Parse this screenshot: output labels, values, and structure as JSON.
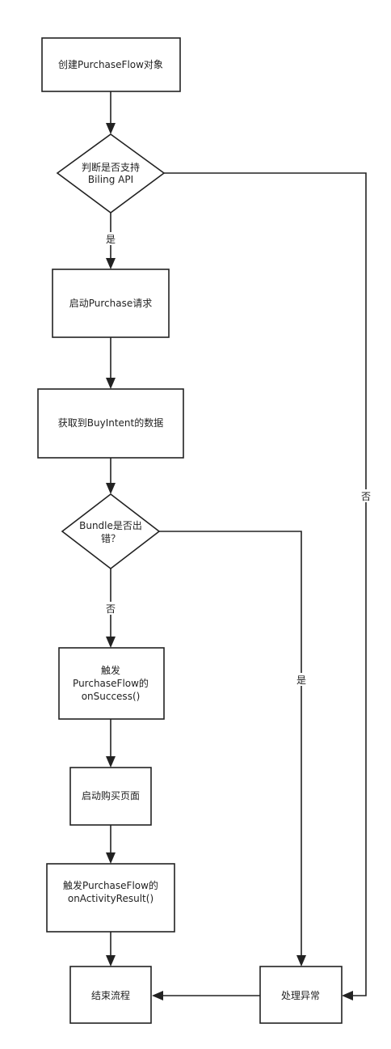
{
  "nodes": {
    "create": "创建PurchaseFlow对象",
    "check_line1": "判断是否支持",
    "check_line2": "Biling API",
    "start_request": "启动Purchase请求",
    "get_data": "获取到BuyIntent的数据",
    "bundle_line1": "Bundle是否出",
    "bundle_line2": "错？",
    "trigger_success_line1": "触发",
    "trigger_success_line2": "PurchaseFlow的",
    "trigger_success_line3": "onSuccess()",
    "launch_page": "启动购买页面",
    "trigger_result_line1": "触发PurchaseFlow的",
    "trigger_result_line2": "onActivityResult()",
    "end": "结束流程",
    "handle_error": "处理异常"
  },
  "edge_labels": {
    "check_yes": "是",
    "check_no": "否",
    "bundle_no": "否",
    "bundle_yes": "是"
  }
}
